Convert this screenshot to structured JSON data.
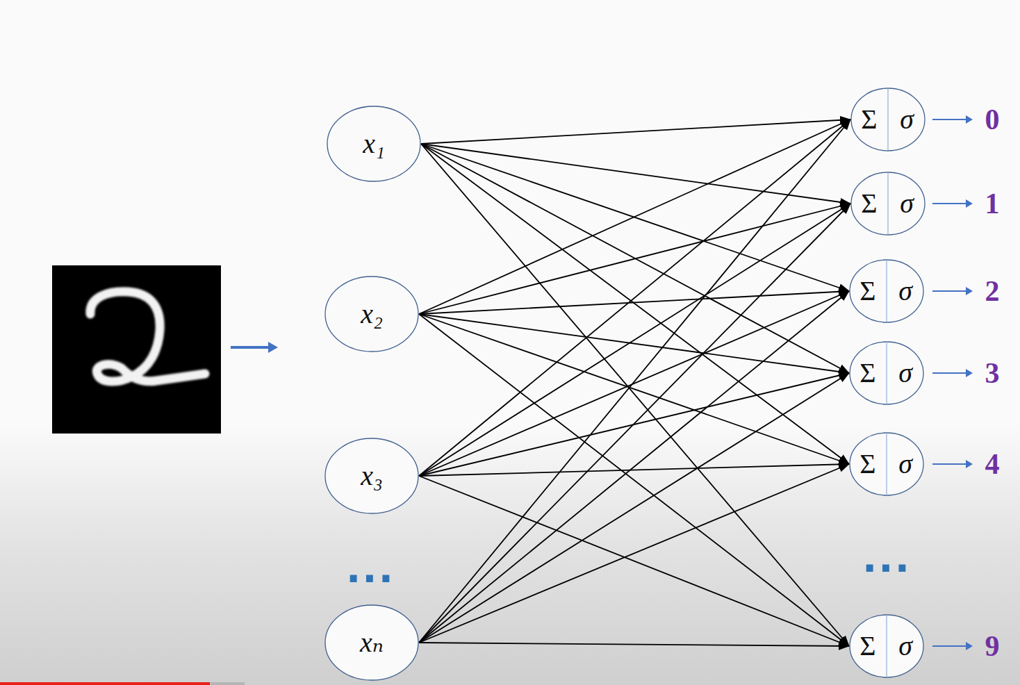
{
  "diagram": {
    "nodes": [
      {
        "text": [
          "x₁"
        ]
      },
      {
        "text": [
          "x₂"
        ]
      },
      {
        "text": [
          "x₃"
        ]
      },
      {
        "text": [
          "xₙ"
        ]
      },
      {
        "text": [
          "Σ",
          "σ"
        ]
      },
      {
        "text": [
          "Σ",
          "σ"
        ]
      },
      {
        "text": [
          "Σ",
          "σ"
        ]
      },
      {
        "text": [
          "Σ",
          "σ"
        ]
      },
      {
        "text": [
          "Σ",
          "σ"
        ]
      },
      {
        "text": [
          "Σ",
          "σ"
        ]
      }
    ],
    "edges": [
      {
        "from": 0,
        "to": 4,
        "arrow": "to"
      },
      {
        "from": 0,
        "to": 5,
        "arrow": "to"
      },
      {
        "from": 0,
        "to": 6,
        "arrow": "to"
      },
      {
        "from": 0,
        "to": 7,
        "arrow": "to"
      },
      {
        "from": 0,
        "to": 8,
        "arrow": "to"
      },
      {
        "from": 0,
        "to": 9,
        "arrow": "to"
      },
      {
        "from": 1,
        "to": 4,
        "arrow": "to"
      },
      {
        "from": 1,
        "to": 5,
        "arrow": "to"
      },
      {
        "from": 1,
        "to": 6,
        "arrow": "to"
      },
      {
        "from": 1,
        "to": 7,
        "arrow": "to"
      },
      {
        "from": 1,
        "to": 8,
        "arrow": "to"
      },
      {
        "from": 1,
        "to": 9,
        "arrow": "to"
      },
      {
        "from": 2,
        "to": 4,
        "arrow": "to"
      },
      {
        "from": 2,
        "to": 5,
        "arrow": "to"
      },
      {
        "from": 2,
        "to": 6,
        "arrow": "to"
      },
      {
        "from": 2,
        "to": 7,
        "arrow": "to"
      },
      {
        "from": 2,
        "to": 8,
        "arrow": "to"
      },
      {
        "from": 2,
        "to": 9,
        "arrow": "to"
      },
      {
        "from": 3,
        "to": 4,
        "arrow": "to"
      },
      {
        "from": 3,
        "to": 5,
        "arrow": "to"
      },
      {
        "from": 3,
        "to": 6,
        "arrow": "to"
      },
      {
        "from": 3,
        "to": 7,
        "arrow": "to"
      },
      {
        "from": 3,
        "to": 8,
        "arrow": "to"
      },
      {
        "from": 3,
        "to": 9,
        "arrow": "to"
      }
    ],
    "labels": [
      "...",
      "0",
      "1",
      "2",
      "3",
      "4",
      "...",
      "9"
    ]
  }
}
